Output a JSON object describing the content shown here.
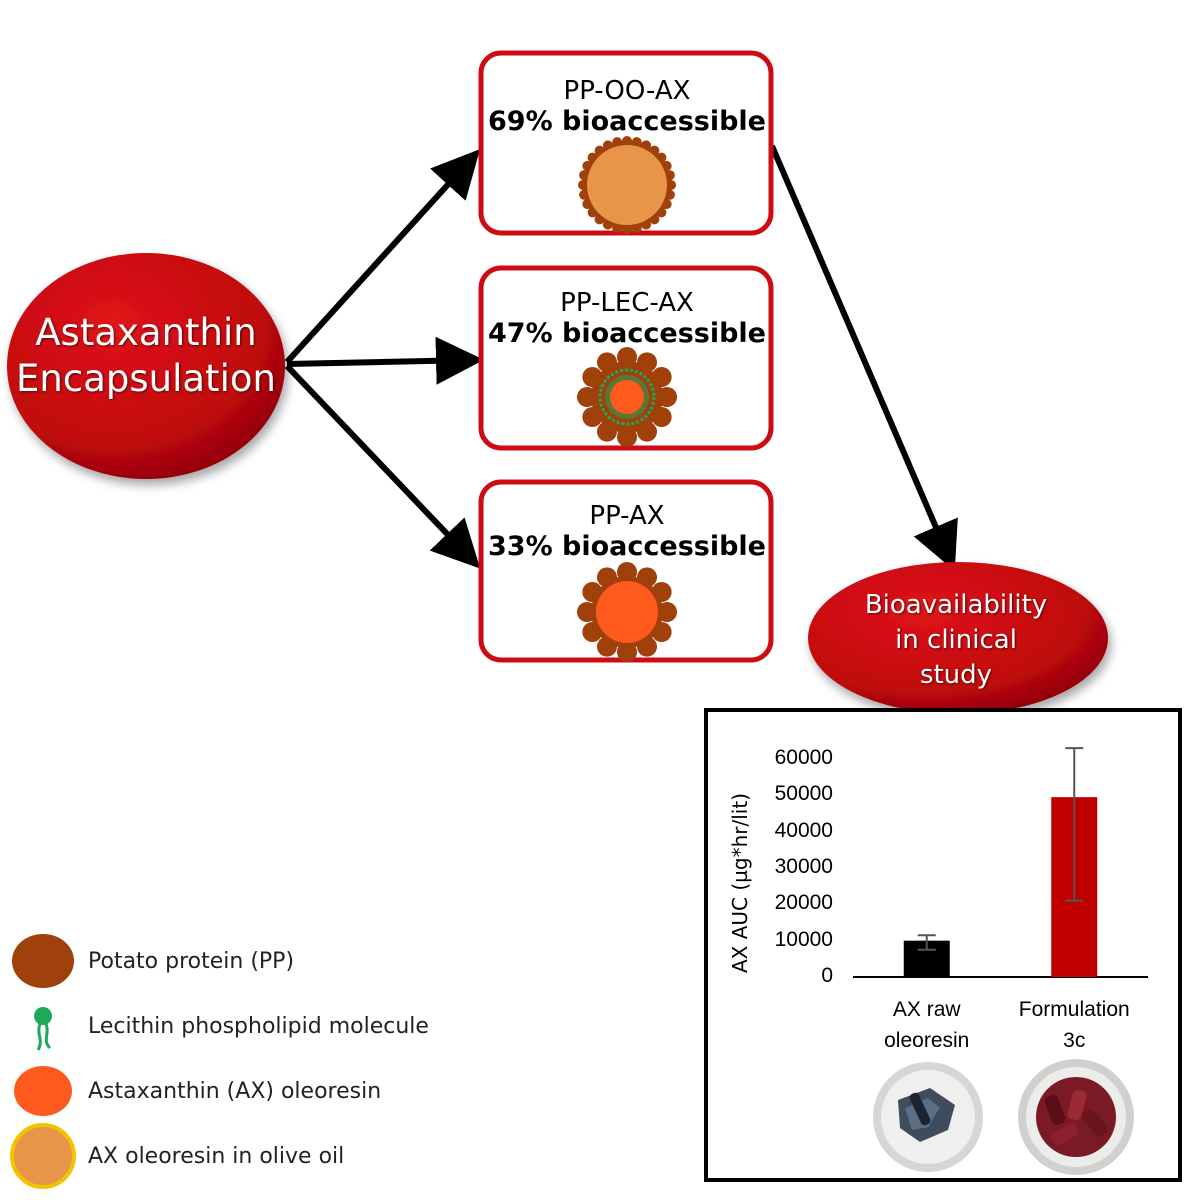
{
  "source_node": {
    "line1": "Astaxanthin",
    "line2": "Encapsulation"
  },
  "formulations": [
    {
      "name": "PP-OO-AX",
      "bioaccessibility": "69% bioaccessible"
    },
    {
      "name": "PP-LEC-AX",
      "bioaccessibility": "47% bioaccessible"
    },
    {
      "name": "PP-AX",
      "bioaccessibility": "33% bioaccessible"
    }
  ],
  "target_node": {
    "line1": "Bioavailability",
    "line2": "in clinical",
    "line3": "study"
  },
  "legend": [
    {
      "label": "Potato protein (PP)",
      "icon": "potato-protein-icon",
      "color": "#a0400a"
    },
    {
      "label": "Lecithin phospholipid molecule",
      "icon": "phospholipid-icon",
      "color": "#1ea85a"
    },
    {
      "label": "Astaxanthin (AX) oleoresin",
      "icon": "oleoresin-icon",
      "color": "#ff5a1e"
    },
    {
      "label": "AX oleoresin in olive oil",
      "icon": "olive-oil-oleoresin-icon",
      "color": "#e8954a"
    }
  ],
  "colors": {
    "node_red": "#c0080c",
    "box_border": "#cc0c12",
    "potato_protein": "#a0400a",
    "lecithin": "#1ea85a",
    "oleoresin": "#ff5a1e",
    "olive_oil": "#e8954a"
  },
  "chart_data": {
    "type": "bar",
    "categories": [
      [
        "AX raw",
        "oleoresin"
      ],
      [
        "Formulation",
        "3c"
      ]
    ],
    "values": [
      10000,
      49500
    ],
    "error_low": [
      7500,
      21000
    ],
    "error_high": [
      11500,
      63000
    ],
    "bar_colors": [
      "#000000",
      "#c00000"
    ],
    "ylabel": "AX AUC (µg*hr/lit)",
    "ylim": [
      0,
      60000
    ],
    "yticks": [
      0,
      10000,
      20000,
      30000,
      40000,
      50000,
      60000
    ],
    "ytick_labels": [
      "0",
      "10000",
      "20000",
      "30000",
      "40000",
      "50000",
      "60000"
    ],
    "grid": false
  }
}
